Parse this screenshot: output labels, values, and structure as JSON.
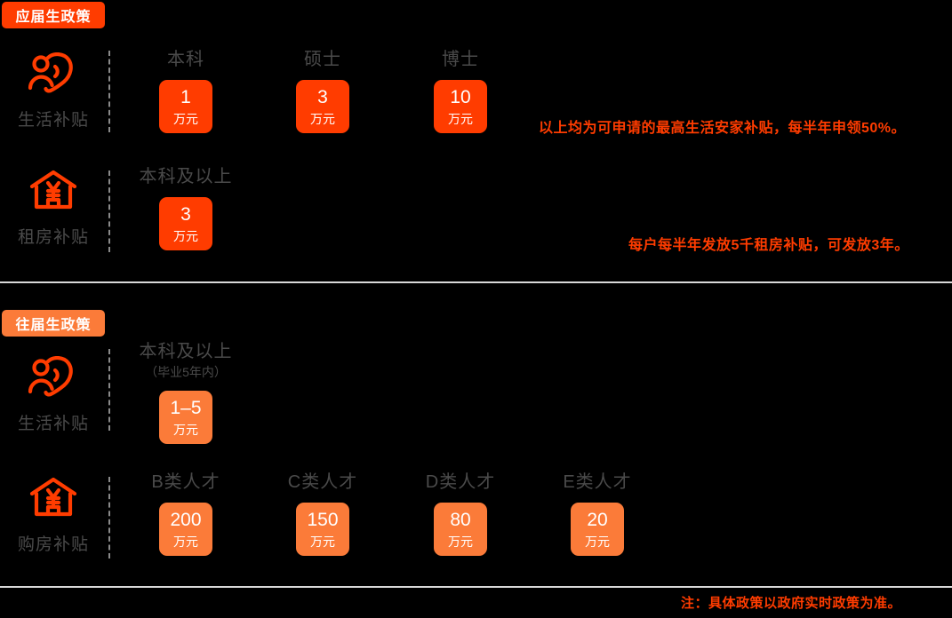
{
  "theme": {
    "background": "#000000",
    "accent_strong": "#FF3C00",
    "accent_light": "#FB7B39",
    "label_gray": "#4a4a4a",
    "rule_gray": "#d9d9d9"
  },
  "sections": [
    {
      "badge": "应届生政策",
      "rows": [
        {
          "icon": "person-heart-icon",
          "label": "生活补贴",
          "columns": [
            {
              "head": "本科",
              "sub": "",
              "amount": "1",
              "unit": "万元"
            },
            {
              "head": "硕士",
              "sub": "",
              "amount": "3",
              "unit": "万元"
            },
            {
              "head": "博士",
              "sub": "",
              "amount": "10",
              "unit": "万元"
            }
          ],
          "note": "以上均为可申请的最高生活安家补贴，每半年申领50%。"
        },
        {
          "icon": "house-yuan-icon",
          "label": "租房补贴",
          "columns": [
            {
              "head": "本科及以上",
              "sub": "",
              "amount": "3",
              "unit": "万元"
            }
          ],
          "note": "每户每半年发放5千租房补贴，可发放3年。"
        }
      ]
    },
    {
      "badge": "往届生政策",
      "rows": [
        {
          "icon": "person-heart-icon",
          "label": "生活补贴",
          "columns": [
            {
              "head": "本科及以上",
              "sub": "（毕业5年内）",
              "amount": "1–5",
              "unit": "万元"
            }
          ],
          "note": ""
        },
        {
          "icon": "house-yuan-icon",
          "label": "购房补贴",
          "columns": [
            {
              "head": "B类人才",
              "sub": "",
              "amount": "200",
              "unit": "万元"
            },
            {
              "head": "C类人才",
              "sub": "",
              "amount": "150",
              "unit": "万元"
            },
            {
              "head": "D类人才",
              "sub": "",
              "amount": "80",
              "unit": "万元"
            },
            {
              "head": "E类人才",
              "sub": "",
              "amount": "20",
              "unit": "万元"
            }
          ],
          "note": ""
        }
      ]
    }
  ],
  "footnote": "注：具体政策以政府实时政策为准。"
}
